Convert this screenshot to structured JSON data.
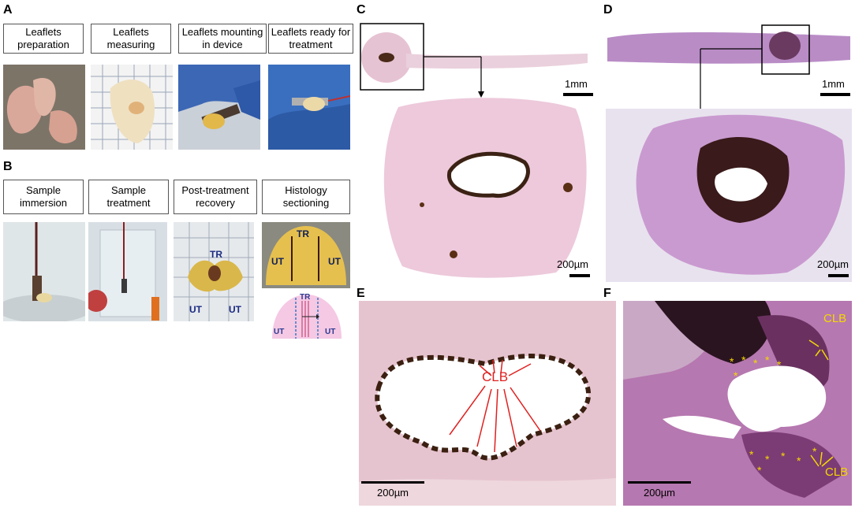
{
  "panels": {
    "A": {
      "label": "A",
      "steps": [
        "Leaflets\npreparation",
        "Leaflets\nmeasuring",
        "Leaflets mounting\nin device",
        "Leaflets ready for\ntreatment"
      ]
    },
    "B": {
      "label": "B",
      "steps": [
        "Sample\nimmersion",
        "Sample\ntreatment",
        "Post-treatment\nrecovery",
        "Histology\nsectioning"
      ],
      "annotations": {
        "tr_recovery": "TR",
        "ut_recovery_left": "UT",
        "ut_recovery_right": "UT",
        "tr_section": "TR",
        "ut_section_left": "UT",
        "ut_section_right": "UT",
        "tr_diagram": "TR",
        "ut_diagram_left": "UT",
        "ut_diagram_right": "UT"
      }
    },
    "C": {
      "label": "C",
      "scale_top": "1mm",
      "scale_bottom": "200µm"
    },
    "D": {
      "label": "D",
      "scale_top": "1mm",
      "scale_bottom": "200µm"
    },
    "E": {
      "label": "E",
      "clb": "CLB",
      "scale": "200µm"
    },
    "F": {
      "label": "F",
      "clb_top": "CLB",
      "clb_bottom": "CLB",
      "scale": "200µm"
    }
  },
  "colors": {
    "tissue_pink": "#e8b8cc",
    "tissue_dark": "#3a1f14",
    "tissue_purple": "#b56fb0",
    "arrow_red": "#e02020",
    "arrow_yellow": "#f5d800"
  }
}
